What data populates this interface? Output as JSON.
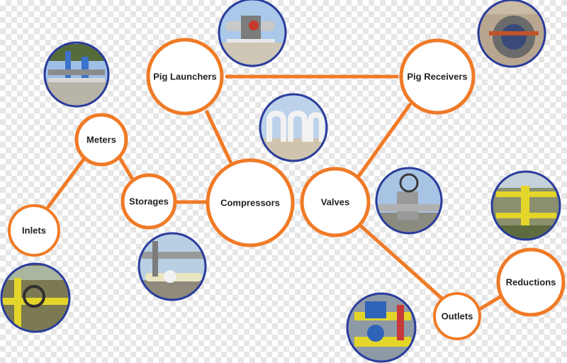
{
  "colors": {
    "node_stroke": "#f07a26",
    "edge": "#f07a26",
    "photo_border": "#2a3c9c",
    "text": "#222222"
  },
  "nodes": {
    "pig_launchers": "Pig Launchers",
    "pig_receivers": "Pig Receivers",
    "meters": "Meters",
    "storages": "Storages",
    "compressors": "Compressors",
    "valves": "Valves",
    "inlets": "Inlets",
    "reductions": "Reductions",
    "outlets": "Outlets"
  },
  "edges": [
    [
      "pig_launchers",
      "pig_receivers"
    ],
    [
      "pig_launchers",
      "compressors"
    ],
    [
      "pig_receivers",
      "valves"
    ],
    [
      "meters",
      "inlets"
    ],
    [
      "meters",
      "storages"
    ],
    [
      "storages",
      "compressors"
    ],
    [
      "valves",
      "outlets"
    ],
    [
      "outlets",
      "reductions"
    ]
  ],
  "photos": [
    "meters-site-photo",
    "pig-launcher-photo",
    "pig-receiver-photo",
    "compressor-pipes-photo",
    "valve-handwheel-photo",
    "reduction-station-photo",
    "storage-pipes-photo",
    "inlet-valve-photo",
    "outlet-actuator-photo"
  ]
}
